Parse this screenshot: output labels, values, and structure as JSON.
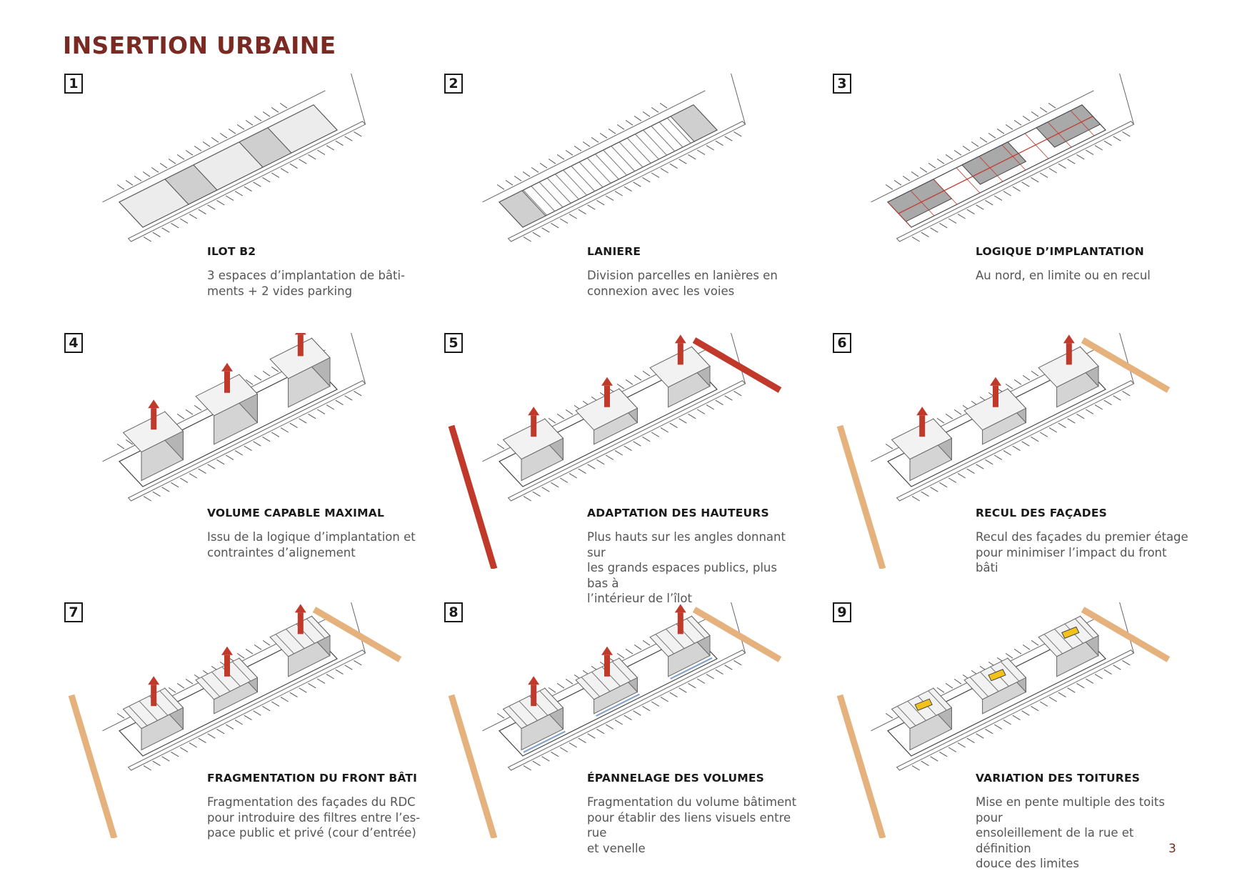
{
  "page": {
    "title": "INSERTION URBAINE",
    "page_number": "3"
  },
  "colors": {
    "title": "#7a2a22",
    "accent_red": "#c0392b",
    "road": "#c9c9c9",
    "parking_orange": "#e5b27d",
    "view_blue": "#7a9ed0",
    "roof_yellow": "#f2c21b"
  },
  "panels": [
    {
      "number": "1",
      "title": "ILOT B2",
      "desc": [
        "3 espaces d’implantation de bâti-",
        "ments + 2 vides parking"
      ]
    },
    {
      "number": "2",
      "title": "LANIERE",
      "desc": [
        "Division parcelles en lanières en",
        "connexion avec les voies"
      ]
    },
    {
      "number": "3",
      "title": "LOGIQUE D’IMPLANTATION",
      "desc": [
        "Au nord, en limite ou en recul"
      ]
    },
    {
      "number": "4",
      "title": "VOLUME CAPABLE MAXIMAL",
      "desc": [
        "Issu de la logique d’implantation et",
        "contraintes d’alignement"
      ]
    },
    {
      "number": "5",
      "title": "ADAPTATION DES HAUTEURS",
      "desc": [
        "Plus hauts sur les angles donnant sur",
        "les grands espaces publics, plus bas à",
        "l’intérieur de l’îlot"
      ]
    },
    {
      "number": "6",
      "title": "RECUL DES FAÇADES",
      "desc": [
        "Recul des façades du premier étage",
        "pour minimiser l’impact du front bâti"
      ]
    },
    {
      "number": "7",
      "title": "FRAGMENTATION DU FRONT BÂTI",
      "desc": [
        "Fragmentation des façades du RDC",
        "pour introduire des filtres entre l’es-",
        "pace public et privé (cour d’entrée)"
      ]
    },
    {
      "number": "8",
      "title": "ÉPANNELAGE DES VOLUMES",
      "desc": [
        "Fragmentation du volume bâtiment",
        "pour établir des liens visuels entre rue",
        "et venelle"
      ]
    },
    {
      "number": "9",
      "title": "VARIATION DES TOITURES",
      "desc": [
        "Mise en pente multiple des toits pour",
        "ensoleillement de la rue et définition",
        "douce des limites"
      ]
    }
  ]
}
